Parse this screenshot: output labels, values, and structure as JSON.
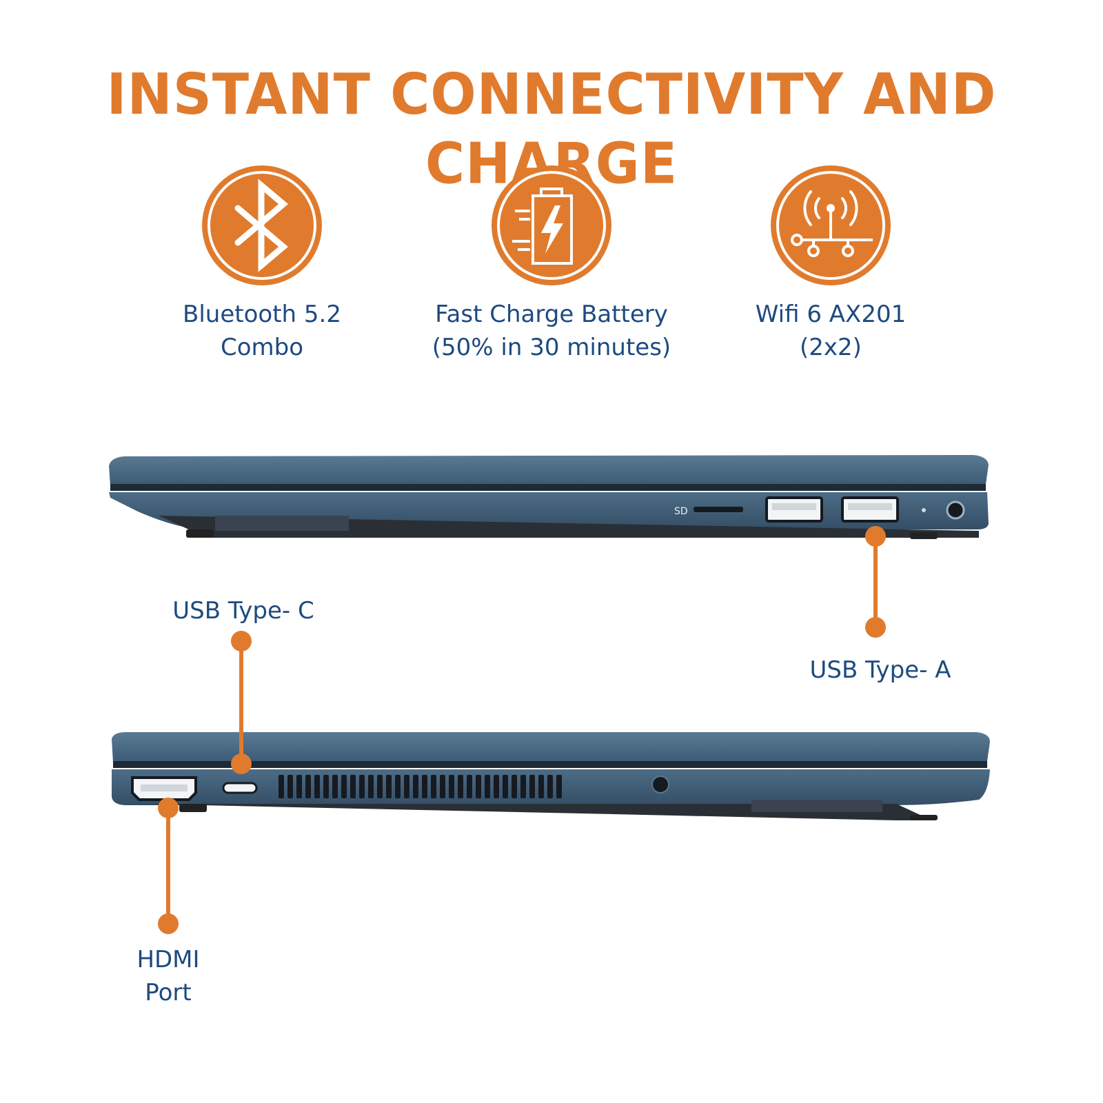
{
  "headline": "INSTANT CONNECTIVITY AND CHARGE",
  "features": [
    {
      "icon": "bluetooth-icon",
      "line1": "Bluetooth 5.2",
      "line2": "Combo"
    },
    {
      "icon": "battery-charge-icon",
      "line1": "Fast Charge Battery",
      "line2": "(50% in 30 minutes)"
    },
    {
      "icon": "wifi-antenna-icon",
      "line1": "Wifi 6 AX201",
      "line2": "(2x2)"
    }
  ],
  "ports": {
    "usb_c": "USB Type- C",
    "usb_a": "USB Type- A",
    "hdmi_line1": "HDMI",
    "hdmi_line2": "Port"
  },
  "port_markings": {
    "sd": "SD"
  },
  "colors": {
    "accent_orange": "#e07b2e",
    "text_blue": "#1d4a80",
    "laptop_body": "#3f5f79"
  }
}
